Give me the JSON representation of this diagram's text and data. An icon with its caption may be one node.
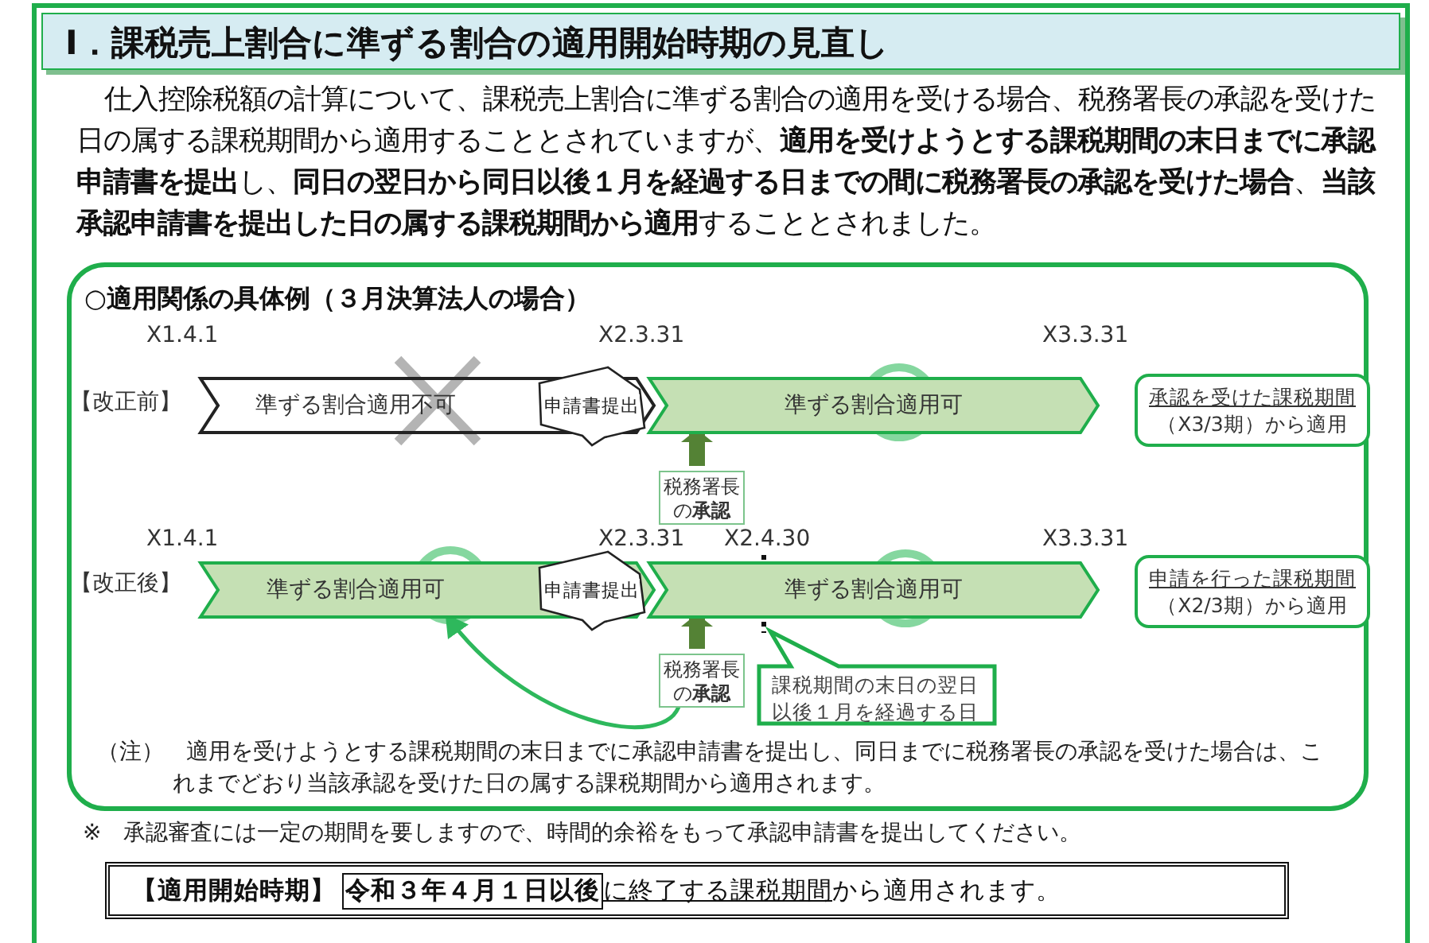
{
  "diagram": {
    "title": "Ⅰ．課税売上割合に準ずる割合の適用開始時期の見直し",
    "nodes": [
      {
        "text": [
          "○適用関係の具体例（３月決算法人の場合）",
          "（注）　適用を受けようとする課税期間の末日までに承認申請書を提出し、同日までに税務署長の承認を受けた場合は、これまでどおり当該承認を受けた日の属する課税期間から適用されます。"
        ]
      },
      {
        "text": [
          "準ずる割合適用不可"
        ],
        "in": 0
      },
      {
        "text": [
          "準ずる割合適用可"
        ],
        "in": 0
      },
      {
        "text": [
          "申請書提出"
        ],
        "in": 0
      },
      {
        "text": [
          "税務署長の**承認**"
        ],
        "in": 0
      },
      {
        "text": [
          "承認を受けた課税期間",
          "（X3/3期）から適用"
        ],
        "in": 0
      },
      {
        "text": [
          "準ずる割合適用可"
        ],
        "in": 0
      },
      {
        "text": [
          "準ずる割合適用可"
        ],
        "in": 0
      },
      {
        "text": [
          "申請書提出"
        ],
        "in": 0
      },
      {
        "text": [
          "税務署長の**承認**"
        ],
        "in": 0
      },
      {
        "text": [
          "課税期間の末日の翌日以後１月を経過する日"
        ],
        "in": 0
      },
      {
        "text": [
          "申請を行った課税期間",
          "（X2/3期）から適用"
        ],
        "in": 0
      },
      {
        "text": [
          "【適用開始時期】",
          "令和３年４月１日以後",
          "に終了する課税期間",
          "から適用されます。"
        ]
      }
    ],
    "edges": [
      {
        "from": 4,
        "to": 2,
        "arrow": "to"
      },
      {
        "from": 9,
        "to": 7,
        "arrow": "to"
      },
      {
        "from": 9,
        "to": 6,
        "arrow": "to",
        "color": "#2eb85c"
      }
    ],
    "labels": [
      "仕入控除税額の計算について、課税売上割合に準ずる割合の適用を受ける場合、税務署長の承認を受けた日の属する課税期間から適用することとされていますが、**適用を受けようとする課税期間の末日までに承認申請書を提出**し、**同日の翌日から同日以後１月を経過する日までの間に税務署長の承認を受けた場合**、**当該承認申請書を提出した日の属する課税期間から適用**することとされました。",
      "X1.4.1",
      "X2.3.31",
      "X3.3.31",
      "【改正前】",
      "X1.4.1",
      "X2.3.31",
      "X2.4.30",
      "X3.3.31",
      "【改正後】",
      "※　承認審査には一定の期間を要しますので、時間的余裕をもって承認申請書を提出してください。"
    ]
  }
}
